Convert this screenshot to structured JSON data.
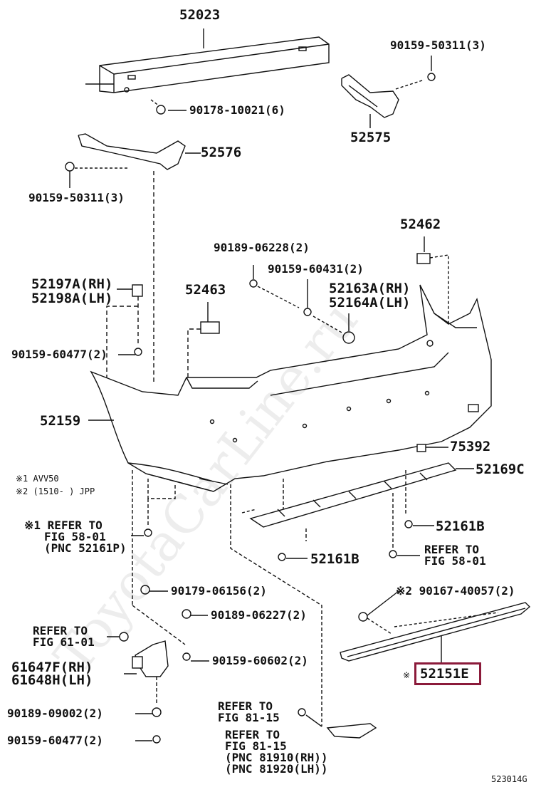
{
  "diagram_id": "523014G",
  "notes": {
    "note1": "※1 AVV50",
    "note2": "※2 (1510-     ) JPP"
  },
  "watermark": "ToyotaCarLine.ru",
  "highlight_color": "#8b1a3a",
  "labels": {
    "p52023": "52023",
    "p90178": "90178-10021(6)",
    "p90159_50311_top": "90159-50311(3)",
    "p52575": "52575",
    "p52576": "52576",
    "p90159_50311_left": "90159-50311(3)",
    "p52462": "52462",
    "p90189_06228": "90189-06228(2)",
    "p90159_60431": "90159-60431(2)",
    "p52163A": "52163A(RH)",
    "p52164A": "52164A(LH)",
    "p52197A": "52197A(RH)",
    "p52198A": "52198A(LH)",
    "p52463": "52463",
    "p90159_60477_a": "90159-60477(2)",
    "p52159": "52159",
    "p75392": "75392",
    "p52169C": "52169C",
    "p52161B_a": "52161B",
    "p52161B_b": "52161B",
    "refer_58_a1": "※1 REFER TO",
    "refer_58_a2": "FIG 58-01",
    "refer_58_a3": "(PNC 52161P)",
    "refer_58_b1": "REFER TO",
    "refer_58_b2": "FIG 58-01",
    "p90179_06156": "90179-06156(2)",
    "p90189_06227": "90189-06227(2)",
    "refer_61_1": "REFER TO",
    "refer_61_2": "FIG 61-01",
    "p90159_60602": "90159-60602(2)",
    "p61647F": "61647F(RH)",
    "p61648H": "61648H(LH)",
    "p90189_09002": "90189-09002(2)",
    "p90159_60477_b": "90159-60477(2)",
    "p90167_40057": "※2 90167-40057(2)",
    "p52151E_mark": "※",
    "p52151E": "52151E",
    "refer_81a_1": "REFER TO",
    "refer_81a_2": "FIG 81-15",
    "refer_81b_1": "REFER TO",
    "refer_81b_2": "FIG 81-15",
    "refer_81b_3": "(PNC 81910(RH))",
    "refer_81b_4": "(PNC 81920(LH))"
  }
}
